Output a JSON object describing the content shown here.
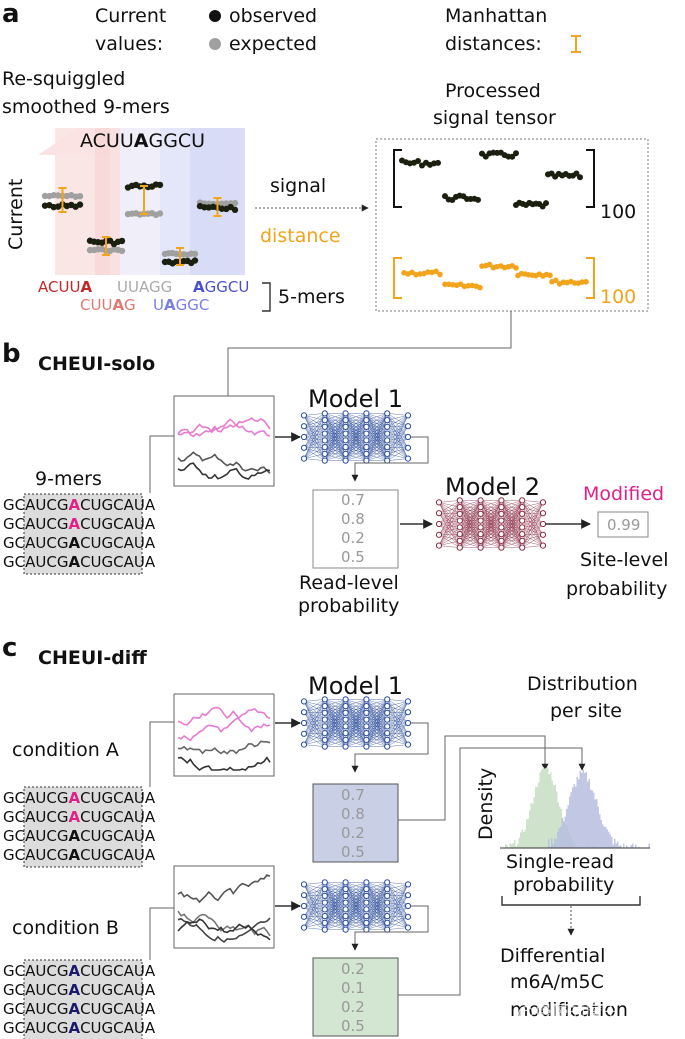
{
  "panel_a": {
    "letter": "a",
    "legend_current_line1": "Current",
    "legend_current_line2": "values:",
    "legend_observed": "observed",
    "legend_expected": "expected",
    "legend_manhattan_line1": "Manhattan",
    "legend_manhattan_line2": "distances:",
    "resquiggled_line1": "Re-squiggled",
    "resquiggled_line2": "smoothed 9-mers",
    "kmer_prefix": "ACUU",
    "kmer_center": "A",
    "kmer_suffix": "GGCU",
    "axis_current": "Current",
    "fivemer_1a": "ACUU",
    "fivemer_1b": "A",
    "fivemer_2a": "UUA",
    "fivemer_2b": "GG",
    "fivemer_3a": "A",
    "fivemer_3b": "GGCU",
    "fivemer_4a": "CUU",
    "fivemer_4b": "A",
    "fivemer_4c": "G",
    "fivemer_5a": "U",
    "fivemer_5b": "A",
    "fivemer_5c": "GGC",
    "fivemers_label": "5-mers",
    "signal_label": "signal",
    "distance_label": "distance",
    "tensor_line1": "Processed",
    "tensor_line2": "signal tensor",
    "tensor_dim_signal": "100",
    "tensor_dim_distance": "100"
  },
  "panel_b": {
    "letter": "b",
    "title": "CHEUI-solo",
    "ninemers_label": "9-mers",
    "reads": [
      {
        "left": "GC",
        "pre": "AUCG",
        "center": "A",
        "post": "CUGC",
        "right": "AUA",
        "modified": true
      },
      {
        "left": "GC",
        "pre": "AUCG",
        "center": "A",
        "post": "CUGC",
        "right": "AUA",
        "modified": true
      },
      {
        "left": "GC",
        "pre": "AUCG",
        "center": "A",
        "post": "CUGC",
        "right": "AUA",
        "modified": false
      },
      {
        "left": "GC",
        "pre": "AUCG",
        "center": "A",
        "post": "CUGC",
        "right": "AUA",
        "modified": false
      }
    ],
    "model1_label": "Model 1",
    "model2_label": "Model 2",
    "read_probs": [
      "0.7",
      "0.8",
      "0.2",
      "0.5"
    ],
    "read_level_line1": "Read-level",
    "read_level_line2": "probability",
    "modified_label": "Modified",
    "site_prob": "0.99",
    "site_level_line1": "Site-level",
    "site_level_line2": "probability"
  },
  "panel_c": {
    "letter": "c",
    "title": "CHEUI-diff",
    "model1_label": "Model 1",
    "condition_a_label": "condition A",
    "condition_b_label": "condition B",
    "reads_a": [
      {
        "left": "GC",
        "pre": "AUCG",
        "center": "A",
        "post": "CUGC",
        "right": "AUA",
        "modified": true
      },
      {
        "left": "GC",
        "pre": "AUCG",
        "center": "A",
        "post": "CUGC",
        "right": "AUA",
        "modified": true
      },
      {
        "left": "GC",
        "pre": "AUCG",
        "center": "A",
        "post": "CUGC",
        "right": "AUA",
        "modified": false
      },
      {
        "left": "GC",
        "pre": "AUCG",
        "center": "A",
        "post": "CUGC",
        "right": "AUA",
        "modified": false
      }
    ],
    "reads_b": [
      {
        "left": "GC",
        "pre": "AUCG",
        "center": "A",
        "post": "CUGC",
        "right": "AUA",
        "modified": false
      },
      {
        "left": "GC",
        "pre": "AUCG",
        "center": "A",
        "post": "CUGC",
        "right": "AUA",
        "modified": false
      },
      {
        "left": "GC",
        "pre": "AUCG",
        "center": "A",
        "post": "CUGC",
        "right": "AUA",
        "modified": false
      },
      {
        "left": "GC",
        "pre": "AUCG",
        "center": "A",
        "post": "CUGC",
        "right": "AUA",
        "modified": false
      }
    ],
    "probs_a": [
      "0.7",
      "0.8",
      "0.2",
      "0.5"
    ],
    "probs_b": [
      "0.2",
      "0.1",
      "0.2",
      "0.5"
    ],
    "distribution_line1": "Distribution",
    "distribution_line2": "per site",
    "density_label": "Density",
    "single_read_line1": "Single-read",
    "single_read_line2": "probability",
    "differential_line1": "Differential",
    "differential_line2": "m6A/m5C",
    "differential_line3": "modification",
    "watermark": "知乎 @慢慢的魔王"
  },
  "colors": {
    "observed": "#1a1f0f",
    "expected": "#a0a0a0",
    "distance": "#f2a41c",
    "red": "#c0282a",
    "salmon": "#e07a70",
    "blue": "#4a4fd0",
    "lightblue": "#7a7fe0",
    "magenta": "#e0218a",
    "pink": "#e67bd0",
    "net_blue": "#2b4c9a",
    "net_maroon": "#8a2a45",
    "box_blue": "#c9d0e6",
    "box_green": "#d2e6d2",
    "hist_green": "#cfe3cc",
    "hist_blue": "#b7bedf"
  }
}
